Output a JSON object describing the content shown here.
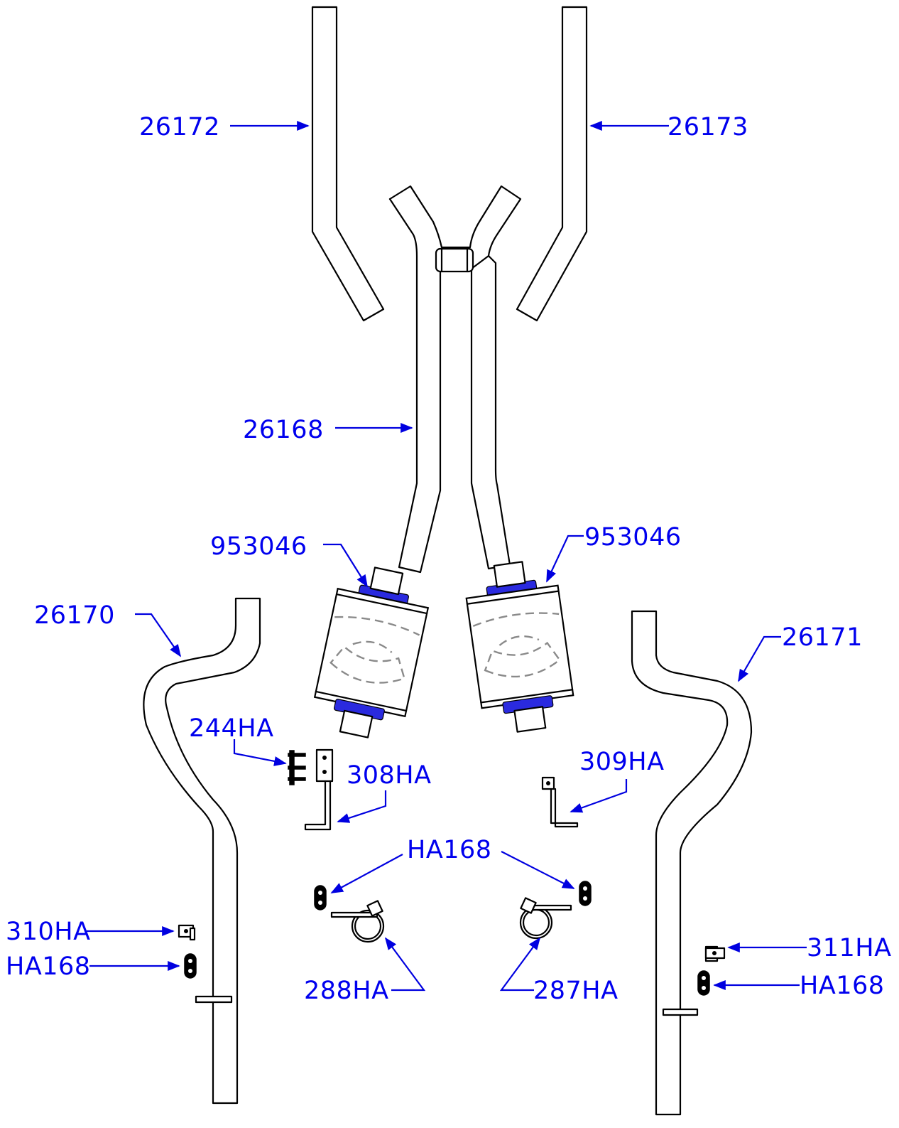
{
  "colors": {
    "label": "#0000ee",
    "line": "#000000",
    "muffler_ring": "#2a2adf",
    "muffler_baffle": "#8a8a8a",
    "background": "#ffffff"
  },
  "callouts": {
    "pipe_left_front": "26172",
    "pipe_right_front": "26173",
    "x_pipe": "26168",
    "muffler_left": "953046",
    "muffler_right": "953046",
    "tailpipe_left": "26170",
    "tailpipe_right": "26171",
    "bracket_244": "244HA",
    "hanger_308": "308HA",
    "hanger_309": "309HA",
    "isolator_center": "HA168",
    "clamp_288": "288HA",
    "clamp_287": "287HA",
    "bracket_310": "310HA",
    "isolator_left": "HA168",
    "bracket_311": "311HA",
    "isolator_right": "HA168"
  }
}
